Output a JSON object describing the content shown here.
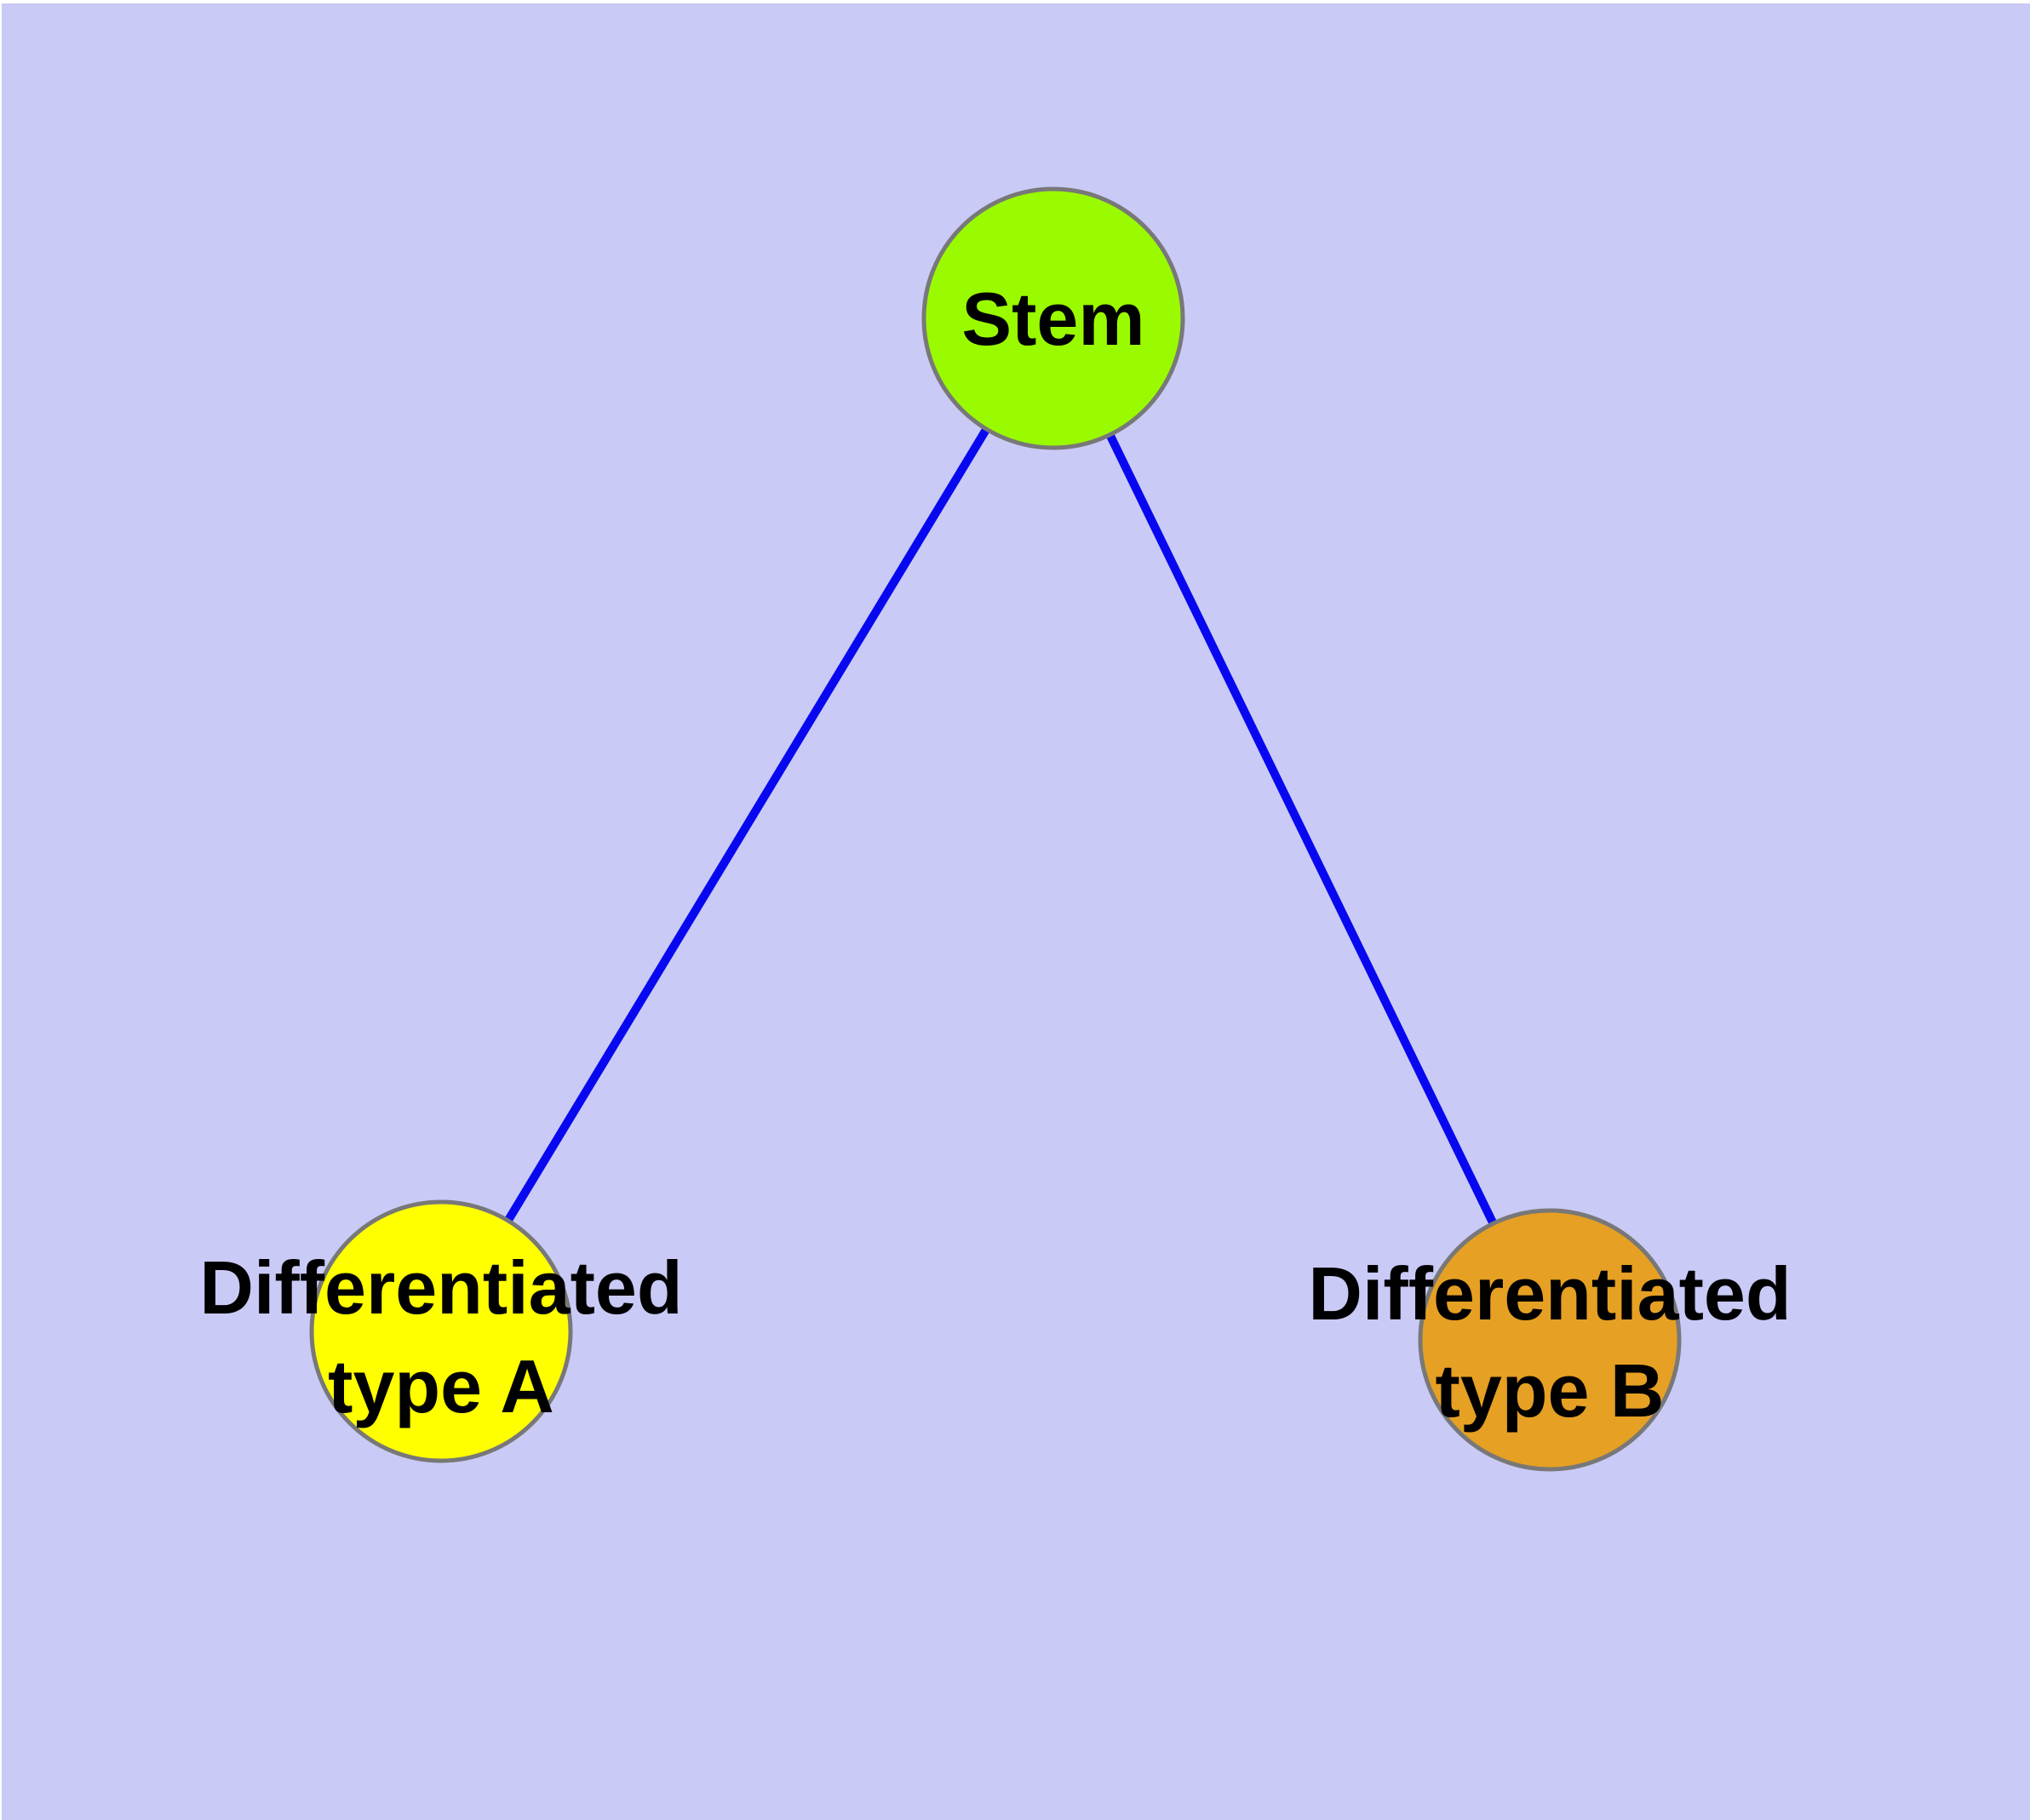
{
  "figure": {
    "title": "",
    "background_color": "#cacaf7",
    "edge_color": "#0808f0",
    "node_border_color": "#787878",
    "text_color": "#000000",
    "nodes": [
      {
        "id": "stem",
        "label": "Stem",
        "lines": [
          "Stem"
        ],
        "color": "#9afb00"
      },
      {
        "id": "differentiated-type-a",
        "label": "Differentiated type A",
        "lines": [
          "Differentiated",
          "type A"
        ],
        "color": "#ffff00"
      },
      {
        "id": "differentiated-type-b",
        "label": "Differentiated type B",
        "lines": [
          "Differentiated",
          "type B"
        ],
        "color": "#e6a023"
      }
    ],
    "edges": [
      {
        "from": "stem",
        "to": "differentiated-type-a"
      },
      {
        "from": "stem",
        "to": "differentiated-type-b"
      }
    ]
  }
}
